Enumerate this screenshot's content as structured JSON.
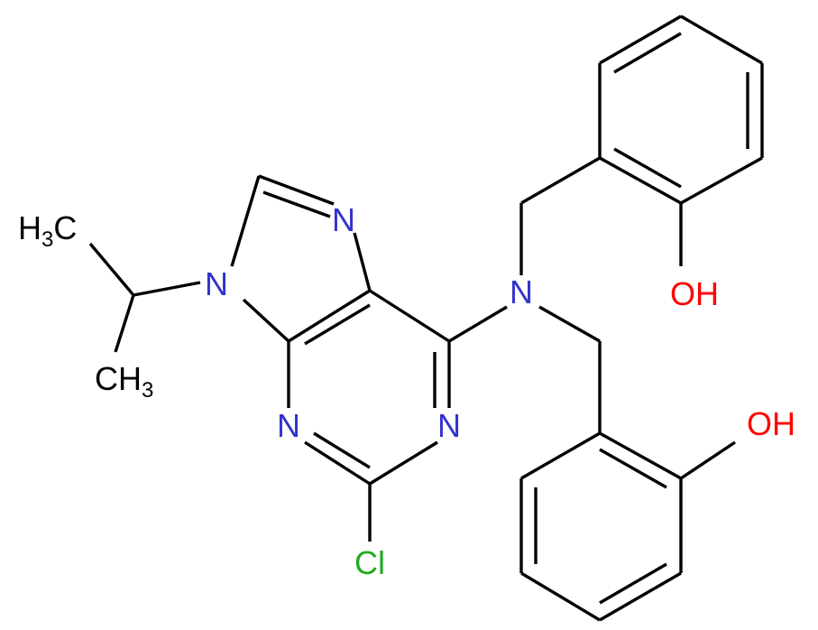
{
  "colors": {
    "bond": "#000000",
    "nitrogen": "#3333cc",
    "chlorine": "#22aa22",
    "oxygen": "#ff0000",
    "carbon": "#000000"
  },
  "labels": {
    "n_imidazole_top": "N",
    "n9": "N",
    "n3": "N",
    "n1": "N",
    "n_amine": "N",
    "chlorine": "Cl",
    "oh_upper": "OH",
    "oh_lower": "OH",
    "ch3_upper_main": "H",
    "ch3_upper_sub": "3",
    "ch3_upper_c": "C",
    "ch3_lower_main": "CH",
    "ch3_lower_sub": "3"
  }
}
